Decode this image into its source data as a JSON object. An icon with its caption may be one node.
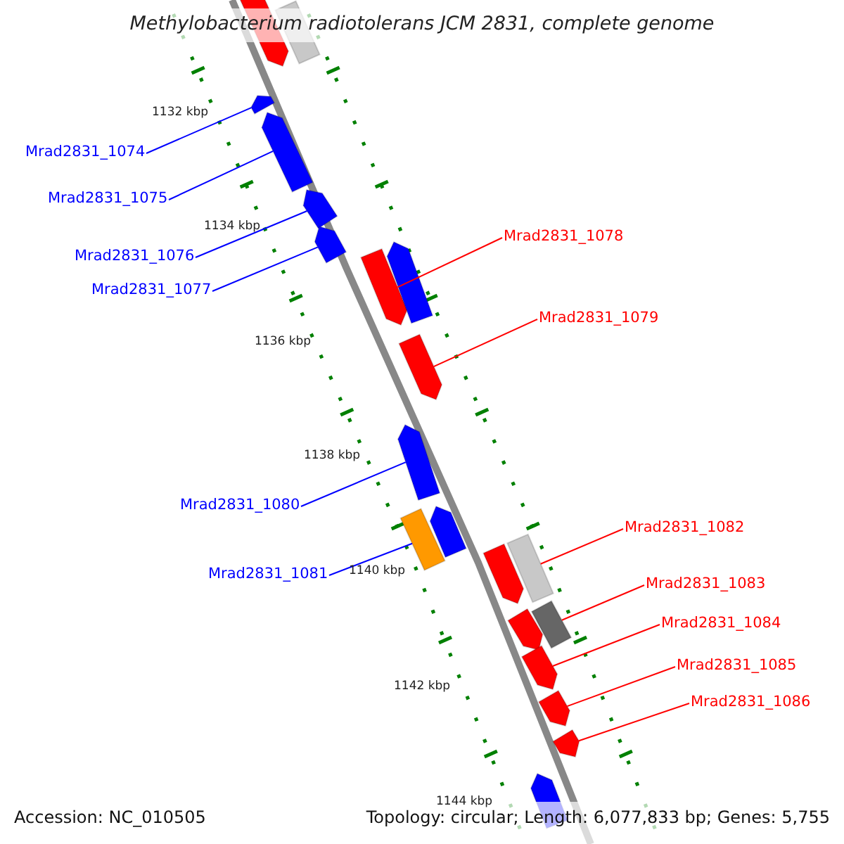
{
  "diagram": {
    "title": "Methylobacterium radiotolerans JCM 2831, complete genome",
    "nodes": [
      {
        "text": [
          "Mrad2831_1074"
        ]
      },
      {
        "text": [
          "Mrad2831_1075"
        ]
      },
      {
        "text": [
          "Mrad2831_1076"
        ]
      },
      {
        "text": [
          "Mrad2831_1077"
        ]
      },
      {
        "text": [
          "Mrad2831_1078"
        ]
      },
      {
        "text": [
          "Mrad2831_1079"
        ]
      },
      {
        "text": [
          "Mrad2831_1080"
        ]
      },
      {
        "text": [
          "Mrad2831_1081"
        ]
      },
      {
        "text": [
          "Mrad2831_1082"
        ]
      },
      {
        "text": [
          "Mrad2831_1083"
        ]
      },
      {
        "text": [
          "Mrad2831_1084"
        ]
      },
      {
        "text": [
          "Mrad2831_1085"
        ]
      },
      {
        "text": [
          "Mrad2831_1086"
        ]
      },
      {
        "text": [],
        "shape": "arrow"
      },
      {
        "text": [],
        "shape": "bar"
      },
      {
        "text": [],
        "shape": "arrow"
      },
      {
        "text": [],
        "shape": "arrow"
      },
      {
        "text": [],
        "shape": "arrow"
      },
      {
        "text": [],
        "shape": "arrow"
      },
      {
        "text": [],
        "shape": "arrow"
      },
      {
        "text": [],
        "shape": "arrow"
      },
      {
        "text": [],
        "shape": "arrow"
      },
      {
        "text": [],
        "shape": "arrow"
      },
      {
        "text": [],
        "shape": "arrow"
      },
      {
        "text": [],
        "shape": "bar"
      },
      {
        "text": [],
        "shape": "arrow"
      },
      {
        "text": [],
        "shape": "bar"
      },
      {
        "text": [],
        "shape": "bar"
      },
      {
        "text": [],
        "shape": "arrow"
      },
      {
        "text": [],
        "shape": "arrow"
      },
      {
        "text": [],
        "shape": "arrow"
      },
      {
        "text": [],
        "shape": "arrow"
      },
      {
        "text": [],
        "shape": "arrow"
      }
    ],
    "edges": [
      {
        "from": 0,
        "to": 15,
        "arrow": "none",
        "color": "#0000ff"
      },
      {
        "from": 1,
        "to": 16,
        "arrow": "none",
        "color": "#0000ff"
      },
      {
        "from": 2,
        "to": 17,
        "arrow": "none",
        "color": "#0000ff"
      },
      {
        "from": 3,
        "to": 18,
        "arrow": "none",
        "color": "#0000ff"
      },
      {
        "from": 4,
        "to": 19,
        "arrow": "none"
      },
      {
        "from": 5,
        "to": 21,
        "arrow": "none"
      },
      {
        "from": 6,
        "to": 22,
        "arrow": "none",
        "color": "#0000ff"
      },
      {
        "from": 7,
        "to": 24,
        "arrow": "none",
        "color": "#0000ff"
      },
      {
        "from": 8,
        "to": 26,
        "arrow": "none"
      },
      {
        "from": 9,
        "to": 27,
        "arrow": "none"
      },
      {
        "from": 10,
        "to": 29,
        "arrow": "none"
      },
      {
        "from": 11,
        "to": 30,
        "arrow": "none"
      },
      {
        "from": 12,
        "to": 31,
        "arrow": "none"
      }
    ],
    "labels": [
      "1132 kbp",
      "1134 kbp",
      "1136 kbp",
      "1138 kbp",
      "1140 kbp",
      "1142 kbp",
      "1144 kbp",
      "Accession: NC_010505",
      "Topology: circular; Length: 6,077,833 bp; Genes: 5,755"
    ]
  }
}
